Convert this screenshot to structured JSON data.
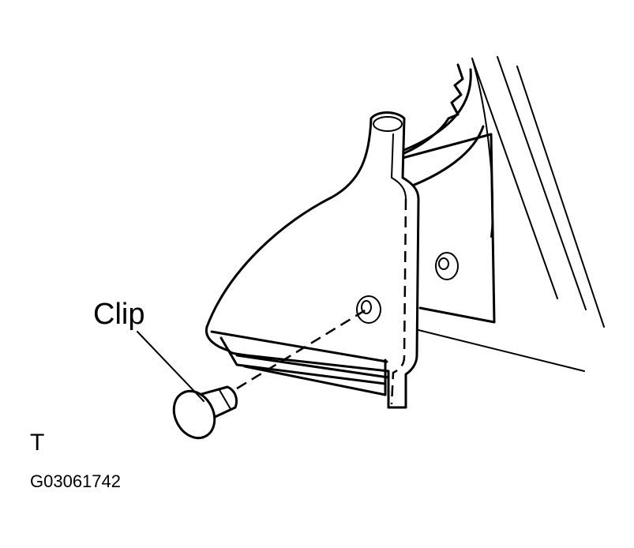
{
  "labels": {
    "clip": "Clip",
    "view_letter": "T",
    "figure_code": "G03061742"
  }
}
